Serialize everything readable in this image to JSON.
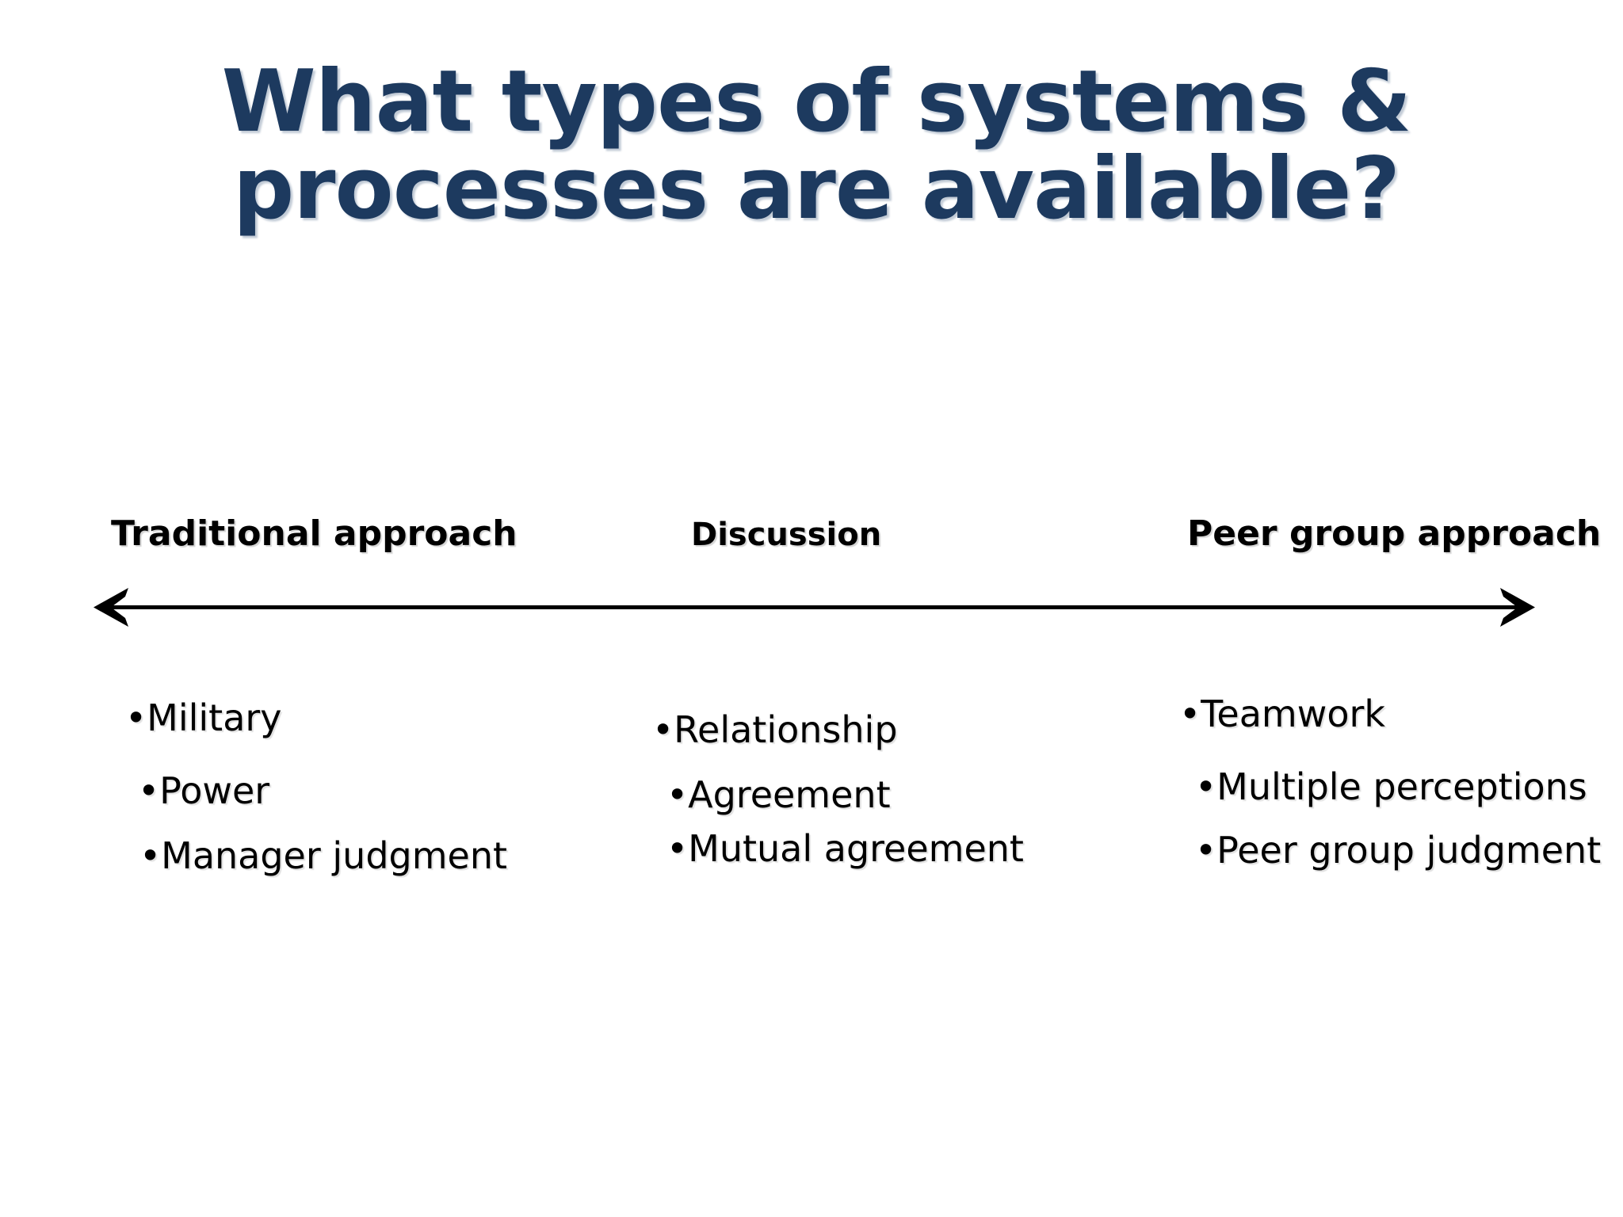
{
  "slide": {
    "background_color": "#FFFFFF",
    "title": {
      "line1": "What types of systems &",
      "line2": "processes are available?",
      "color": "#1D3A5F"
    },
    "axis": {
      "name": "double-headed-continuum-arrow",
      "color": "#000000",
      "left_label": "Traditional approach",
      "right_label": "Peer group approach"
    },
    "columns": [
      {
        "header": "Traditional approach",
        "items": [
          {
            "bullet": "•",
            "text": "Military"
          },
          {
            "bullet": "•",
            "text": "Power"
          },
          {
            "bullet": "•",
            "text": "Manager judgment"
          }
        ]
      },
      {
        "header": "Discussion",
        "items": [
          {
            "bullet": "•",
            "text": "Relationship"
          },
          {
            "bullet": "•",
            "text": "Agreement"
          },
          {
            "bullet": "•",
            "text": "Mutual agreement"
          }
        ]
      },
      {
        "header": "Peer group approach",
        "items": [
          {
            "bullet": "•",
            "text": "Teamwork"
          },
          {
            "bullet": "•",
            "text": "Multiple perceptions"
          },
          {
            "bullet": "•",
            "text": "Peer group judgment"
          }
        ]
      }
    ]
  }
}
